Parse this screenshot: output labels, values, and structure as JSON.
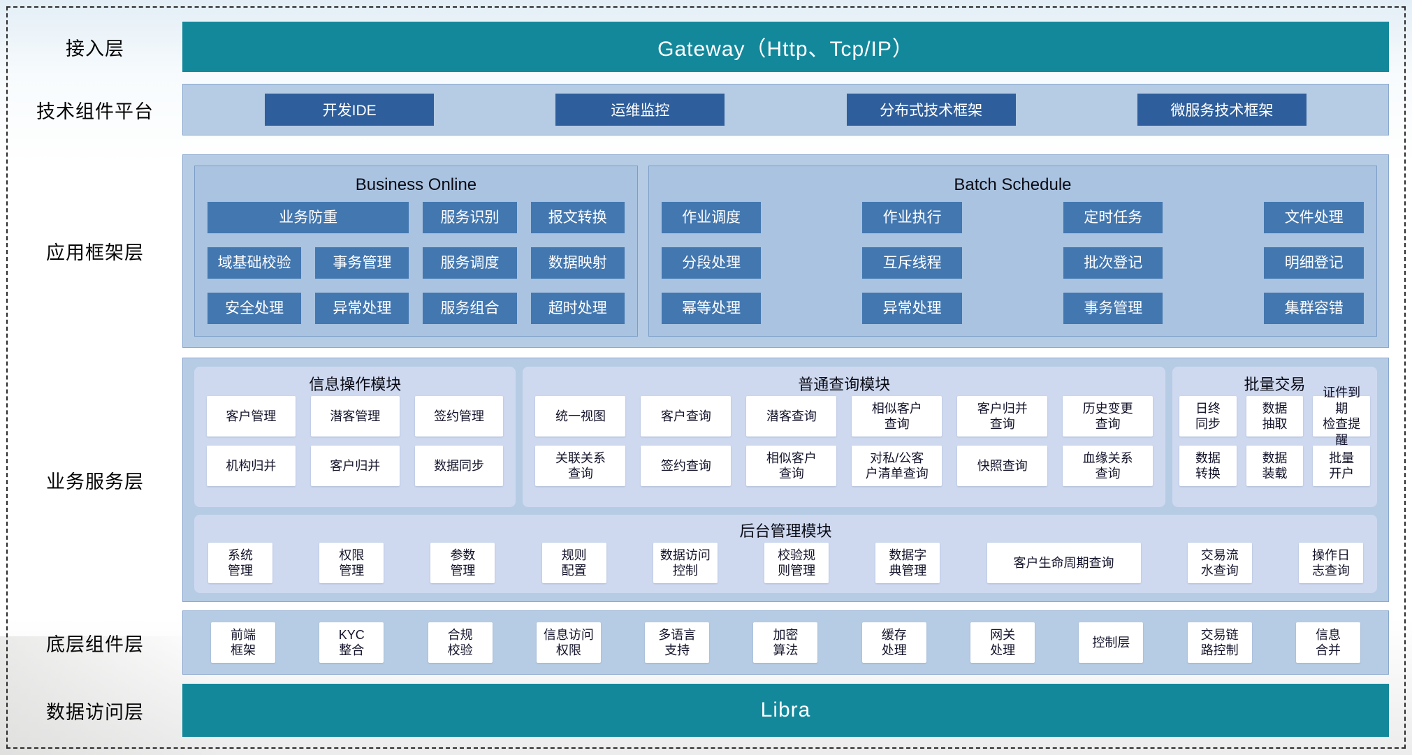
{
  "colors": {
    "teal": "#14889b",
    "container": "#b6cce4",
    "panel": "#a9c3e0",
    "button": "#2e5e9b",
    "cell": "#4377b0",
    "module": "#ced9f0",
    "border": "#8aa8cf",
    "ink": "#13132b"
  },
  "layers": {
    "access": {
      "label": "接入层",
      "banner": "Gateway（Http、Tcp/IP）"
    },
    "tech": {
      "label": "技术组件平台",
      "items": [
        "开发IDE",
        "运维监控",
        "分布式技术框架",
        "微服务技术框架"
      ]
    },
    "framework": {
      "label": "应用框架层",
      "business_online": {
        "title": "Business Online",
        "cells": [
          {
            "label": "业务防重",
            "span": 2
          },
          {
            "label": "服务识别"
          },
          {
            "label": "报文转换"
          },
          {
            "label": "域基础校验"
          },
          {
            "label": "事务管理"
          },
          {
            "label": "服务调度"
          },
          {
            "label": "数据映射"
          },
          {
            "label": "安全处理"
          },
          {
            "label": "异常处理"
          },
          {
            "label": "服务组合"
          },
          {
            "label": "超时处理"
          }
        ]
      },
      "batch_schedule": {
        "title": "Batch Schedule",
        "cells": [
          "作业调度",
          "作业执行",
          "定时任务",
          "文件处理",
          "分段处理",
          "互斥线程",
          "批次登记",
          "明细登记",
          "幂等处理",
          "异常处理",
          "事务管理",
          "集群容错"
        ]
      }
    },
    "service": {
      "label": "业务服务层",
      "info_ops": {
        "title": "信息操作模块",
        "cells": [
          "客户管理",
          "潜客管理",
          "签约管理",
          "机构归并",
          "客户归并",
          "数据同步"
        ]
      },
      "query": {
        "title": "普通查询模块",
        "cells": [
          "统一视图",
          "客户查询",
          "潜客查询",
          "相似客户\n查询",
          "客户归并\n查询",
          "历史变更\n查询",
          "关联关系\n查询",
          "签约查询",
          "相似客户\n查询",
          "对私/公客\n户清单查询",
          "快照查询",
          "血缘关系\n查询"
        ]
      },
      "batch_trade": {
        "title": "批量交易",
        "cells": [
          "日终\n同步",
          "数据\n抽取",
          "证件到期\n检查提醒",
          "数据\n转换",
          "数据\n装载",
          "批量\n开户"
        ]
      },
      "admin": {
        "title": "后台管理模块",
        "cells": [
          "系统\n管理",
          "权限\n管理",
          "参数\n管理",
          "规则\n配置",
          "数据访问\n控制",
          "校验规\n则管理",
          "数据字\n典管理",
          {
            "label": "客户生命周期查询",
            "wide": true
          },
          "交易流\n水查询",
          "操作日\n志查询"
        ]
      }
    },
    "base": {
      "label": "底层组件层",
      "cells": [
        "前端\n框架",
        "KYC\n整合",
        "合规\n校验",
        "信息访问\n权限",
        "多语言\n支持",
        "加密\n算法",
        "缓存\n处理",
        "网关\n处理",
        "控制层",
        "交易链\n路控制",
        "信息\n合并"
      ]
    },
    "data_access": {
      "label": "数据访问层",
      "banner": "Libra"
    }
  }
}
